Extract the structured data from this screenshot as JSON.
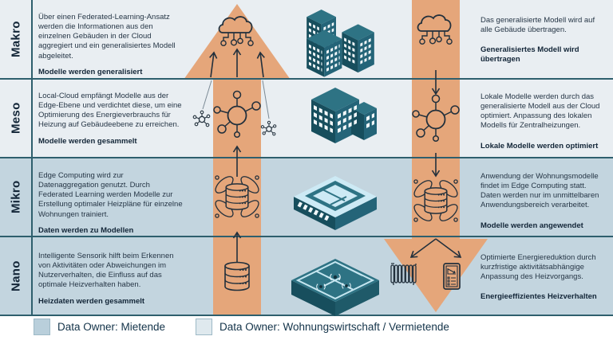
{
  "rows": [
    {
      "label": "Makro",
      "left_text": "Über einen Federated-Learning-Ansatz werden die Informationen aus den einzelnen Gebäuden in der Cloud aggregiert und ein generalisiertes Modell abgeleitet.",
      "left_heading": "Modelle werden generalisiert",
      "right_text": "Das generalisierte Modell wird auf alle Gebäude übertragen.",
      "right_heading": "Generalisiertes Modell wird übertragen"
    },
    {
      "label": "Meso",
      "left_text": "Local-Cloud empfängt Modelle aus der Edge-Ebene und verdichtet diese, um eine Optimierung des Energieverbrauchs für Heizung auf Gebäudeebene zu erreichen.",
      "left_heading": "Modelle werden gesammelt",
      "right_text": "Lokale Modelle werden durch das generalisierte Modell aus der Cloud optimiert. Anpassung des lokalen Modells für Zentralheizungen.",
      "right_heading": "Lokale Modelle werden optimiert"
    },
    {
      "label": "Mikro",
      "left_text": "Edge Computing wird zur Datenaggregation genutzt. Durch Federated Learning werden Modelle zur Erstellung optimaler Heizpläne für einzelne Wohnungen trainiert.",
      "left_heading": "Daten werden zu Modellen",
      "right_text": "Anwendung der Wohnungsmodelle findet im Edge Computing statt. Daten werden nur im unmittelbaren Anwendungsbereich verarbeitet.",
      "right_heading": "Modelle werden angewendet"
    },
    {
      "label": "Nano",
      "left_text": "Intelligente Sensorik hilft beim Erkennen von Aktivitäten oder Abweichungen im Nutzerverhalten, die Einfluss auf das optimale Heizverhalten haben.",
      "left_heading": "Heizdaten werden gesammelt",
      "right_text": "Optimierte Energiereduktion durch kurzfristige aktivitätsabhängige Anpassung des Heizvorgangs.",
      "right_heading": "Energieeffizientes Heizverhalten"
    }
  ],
  "legend": {
    "items": [
      {
        "label": "Data Owner: Mietende",
        "color": "#b9cfdb"
      },
      {
        "label": "Data Owner: Wohnungswirtschaft / Vermietende",
        "color": "#dfe9ee"
      }
    ]
  },
  "colors": {
    "arrow_orange": "#e5a67a",
    "row_upper_bg": "#e9eef2",
    "row_lower_bg": "#c3d5df",
    "divider_teal": "#2e5f6d",
    "building_dark": "#174e5d",
    "building_mid": "#2e7384",
    "floor_light": "#cdeaf5",
    "text": "#263646"
  },
  "icons": {
    "up_arrow": "big-upward-flow-arrow",
    "down_arrow": "big-downward-flow-arrow",
    "cloud_network": "cloud-with-network-nodes",
    "hub": "network-hub-node",
    "molecule": "small-model-node",
    "federated_db": "database-with-federation-loops",
    "database": "database-cylinder",
    "radiator": "heating-radiator",
    "energy_display": "energy-monitor-tablet",
    "buildings": "isometric-building-cluster",
    "building": "isometric-building",
    "apartment_floor": "isometric-apartment-floor",
    "floor_sensors": "isometric-floorplan-with-sensors"
  }
}
